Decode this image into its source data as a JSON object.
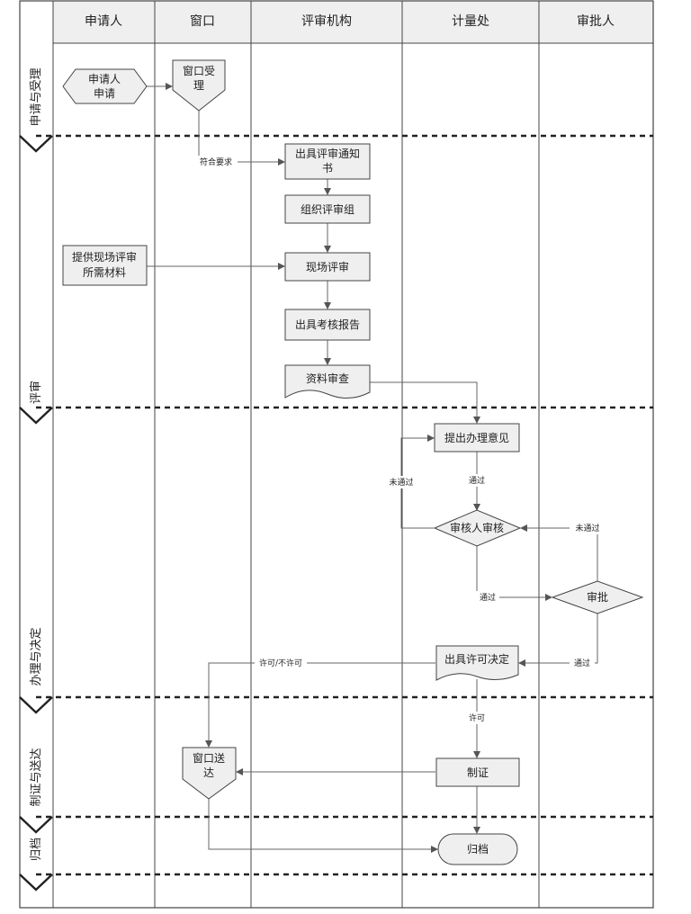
{
  "columns": [
    "申请人",
    "窗口",
    "评审机构",
    "计量处",
    "审批人"
  ],
  "phases": [
    "申请与受理",
    "评审",
    "办理与决定",
    "制证与送达",
    "归档"
  ],
  "nodes": {
    "applicant_apply": [
      "申请人",
      "申请"
    ],
    "window_accept": [
      "窗口受",
      "理"
    ],
    "issue_notice": [
      "出具评审通知",
      "书"
    ],
    "form_team": [
      "组织评审组"
    ],
    "provide_materials": [
      "提供现场评审",
      "所需材料"
    ],
    "onsite_review": [
      "现场评审"
    ],
    "issue_report": [
      "出具考核报告"
    ],
    "doc_review": [
      "资料审查"
    ],
    "propose_opinion": [
      "提出办理意见"
    ],
    "reviewer_check": [
      "审核人审核"
    ],
    "approve": [
      "审批"
    ],
    "issue_decision": [
      "出具许可决定"
    ],
    "make_cert": [
      "制证"
    ],
    "window_deliver": [
      "窗口送",
      "达"
    ],
    "archive": [
      "归档"
    ]
  },
  "edge_labels": {
    "meets_requirements": "符合要求",
    "not_passed_left": "未通过",
    "passed_1": "通过",
    "not_passed_right": "未通过",
    "passed_2": "通过",
    "passed_3": "通过",
    "permit_or_not": "许可/不许可",
    "permit": "许可"
  }
}
